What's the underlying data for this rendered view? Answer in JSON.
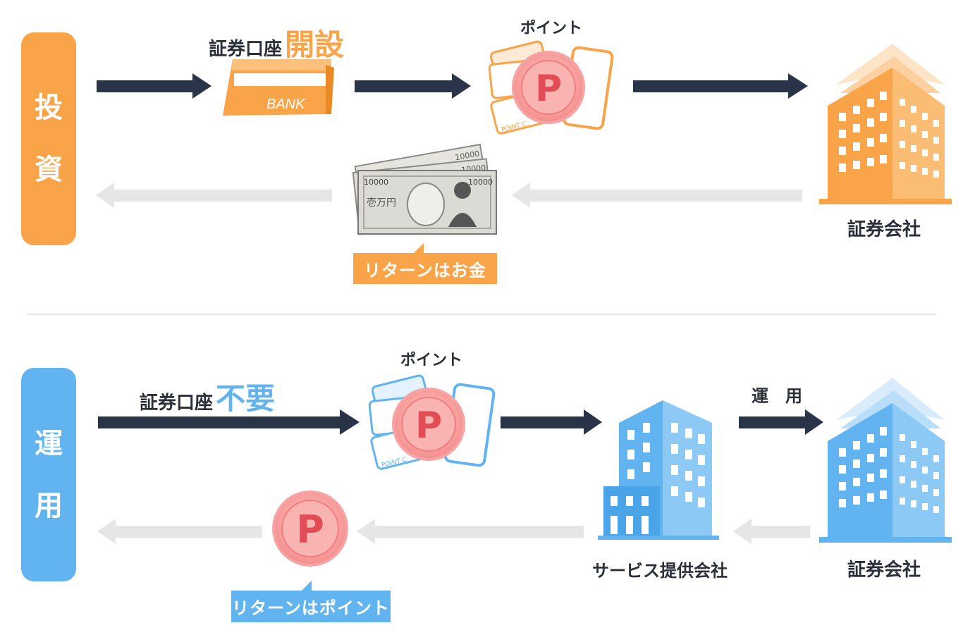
{
  "invest": {
    "tab_chars": [
      "投",
      "資"
    ],
    "account_label": "証券口座",
    "account_highlight": "開設",
    "card_text": "BANK",
    "point_label": "ポイント",
    "point_card_text": "POINT C",
    "coin_letter": "P",
    "company_label": "証券会社",
    "bill_value": "10000",
    "bill_text": "壱万円",
    "return_tag": "リターンはお金"
  },
  "operate": {
    "tab_chars": [
      "運",
      "用"
    ],
    "account_label": "証券口座",
    "account_highlight": "不要",
    "point_label": "ポイント",
    "point_card_text": "POINT C",
    "coin_letter": "P",
    "return_coin_letter": "P",
    "provider_label": "サービス提供会社",
    "operate_label": "運　用",
    "company_label": "証券会社",
    "return_tag": "リターンはポイント"
  },
  "colors": {
    "orange": "#f9a448",
    "blue": "#62b4f0",
    "navy": "#2a3448",
    "gray_arrow": "#e6e6e6",
    "coin": "#f27c80"
  }
}
